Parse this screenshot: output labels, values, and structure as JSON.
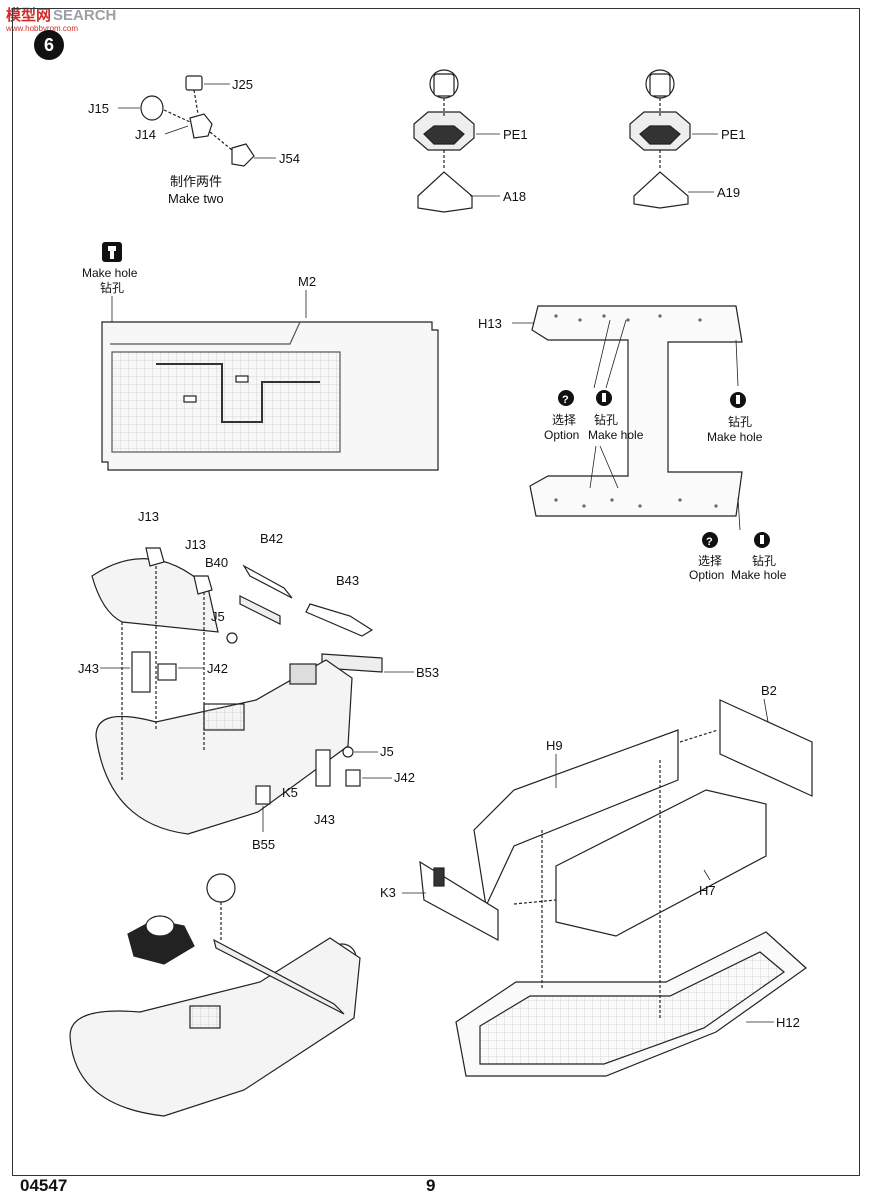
{
  "watermark": {
    "cn": "模型网",
    "en": "SEARCH",
    "sub": "www.hobbyrom.com"
  },
  "step_number": "6",
  "top_parts": {
    "j25": "J25",
    "j15": "J15",
    "j14": "J14",
    "j54": "J54",
    "make_two_cn": "制作两件",
    "make_two_en": "Make two",
    "pe1_a": "PE1",
    "a18": "A18",
    "pe1_b": "PE1",
    "a19": "A19"
  },
  "m2_section": {
    "make_hole_en": "Make hole",
    "make_hole_cn": "钻孔",
    "part": "M2"
  },
  "h13_section": {
    "part": "H13",
    "option_cn_1": "选择",
    "option_en_1": "Option",
    "hole_cn_1": "钻孔",
    "hole_en_1": "Make hole",
    "hole_cn_2": "钻孔",
    "hole_en_2": "Make hole",
    "option_cn_3": "选择",
    "option_en_3": "Option",
    "hole_cn_3": "钻孔",
    "hole_en_3": "Make hole"
  },
  "hull_assembly": {
    "j13a": "J13",
    "j13b": "J13",
    "b42": "B42",
    "b40": "B40",
    "b43": "B43",
    "j5a": "J5",
    "j43a": "J43",
    "j42a": "J42",
    "b53": "B53",
    "j5b": "J5",
    "k5": "K5",
    "j42b": "J42",
    "j43b": "J43",
    "b55": "B55"
  },
  "side_assembly": {
    "b2": "B2",
    "h9": "H9",
    "k3": "K3",
    "h7": "H7",
    "h12": "H12"
  },
  "footer": {
    "code": "04547",
    "page": "9"
  }
}
